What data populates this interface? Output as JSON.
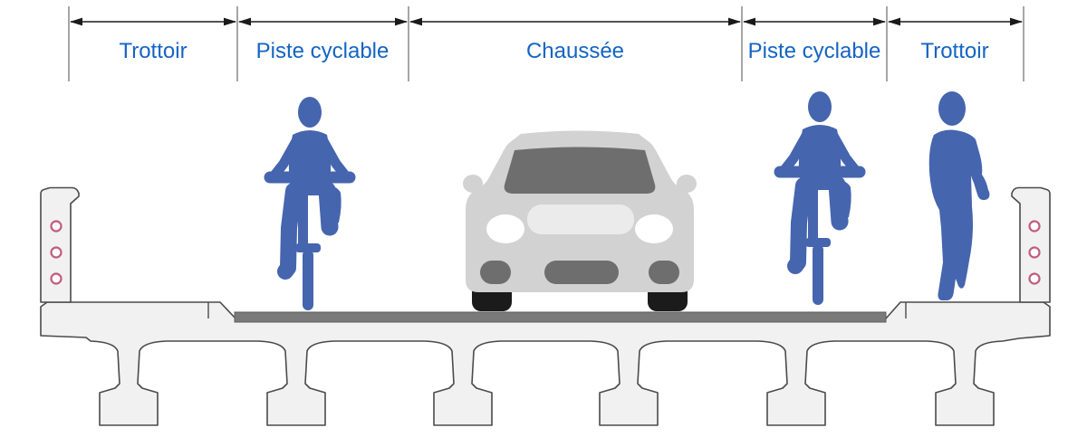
{
  "header": {
    "zones": [
      "Trottoir",
      "Piste cyclable",
      "Chaussée",
      "Piste cyclable",
      "Trottoir"
    ]
  },
  "colors": {
    "label_blue": "#1464C3",
    "boundary_gray": "#8f8f8f",
    "arrow_black": "#1a1a1a",
    "figure_blue": "#4565AE",
    "deck_fill": "#F1F1F1",
    "deck_line": "#4a4a4a",
    "asphalt": "#7a7a7a",
    "reflector": "#C25B80",
    "car_body": "#D2D2D2",
    "car_dark": "#6E6E6E",
    "car_hood": "#EBEBEB",
    "tire": "#1B1B1B"
  }
}
